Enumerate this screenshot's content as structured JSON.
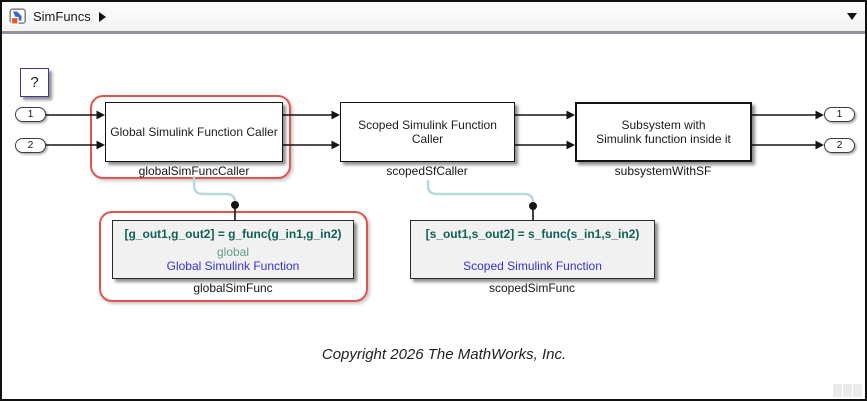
{
  "titlebar": {
    "breadcrumb": "SimFuncs",
    "icon": "simulink-model-icon"
  },
  "canvas": {
    "help_button": "?",
    "inports": [
      {
        "label": "1"
      },
      {
        "label": "2"
      }
    ],
    "outports": [
      {
        "label": "1"
      },
      {
        "label": "2"
      }
    ],
    "global_caller": {
      "text": "Global Simulink Function Caller",
      "label": "globalSimFuncCaller"
    },
    "scoped_caller": {
      "text": "Scoped Simulink Function Caller",
      "label": "scopedSfCaller"
    },
    "subsystem": {
      "line1": "Subsystem with",
      "line2": "Simulink function inside it",
      "label": "subsystemWithSF"
    },
    "global_func": {
      "prototype": "[g_out1,g_out2] = g_func(g_in1,g_in2)",
      "visibility": "global",
      "name": "Global Simulink Function",
      "label": "globalSimFunc"
    },
    "scoped_func": {
      "prototype": "[s_out1,s_out2] = s_func(s_in1,s_in2)",
      "name": "Scoped Simulink Function",
      "label": "scopedSimFunc"
    },
    "copyright": "Copyright 2026 The MathWorks, Inc."
  },
  "colors": {
    "highlight_red": "#e4544e",
    "connector_blue": "#b5d9de",
    "prototype_teal": "#0e6156",
    "visibility_teal": "#5e9e8d",
    "function_link_blue": "#3333cc",
    "titlebar_separator": "#8f949c"
  }
}
